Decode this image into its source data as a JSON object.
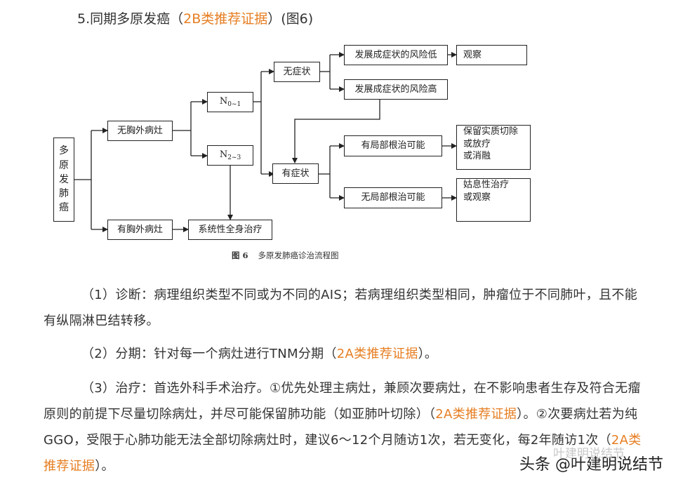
{
  "heading": {
    "prefix": "5.同期多原发癌（",
    "evidence": "2B类推荐证据",
    "suffix": "）(图6)"
  },
  "flowchart": {
    "root": [
      "多",
      "原",
      "发",
      "肺",
      "癌"
    ],
    "no_extrathoracic": "无胸外病灶",
    "has_extrathoracic": "有胸外病灶",
    "systemic_therapy": "系统性全身治疗",
    "n01_base": "N",
    "n01_sub": "0~1",
    "n23_base": "N",
    "n23_sub": "2~3",
    "asymptomatic": "无症状",
    "symptomatic": "有症状",
    "risk_low": "发展成症状的风险低",
    "risk_high": "发展成症状的风险高",
    "observe": "观察",
    "local_radical_possible": "有局部根治可能",
    "no_local_radical": "无局部根治可能",
    "preserve_parenchyma": [
      "保留实质切除",
      "或放疗",
      "或消融"
    ],
    "palliative": [
      "姑息性治疗",
      "或观察"
    ]
  },
  "caption": {
    "label": "图 6",
    "text": "多原发肺癌诊治流程图"
  },
  "paragraphs": [
    {
      "text": "（1）诊断：病理组织类型不同或为不同的AIS；若病理组织类型相同，肿瘤位于不同肺叶，且不能有纵隔淋巴结转移。"
    },
    {
      "pre": "（2）分期：针对每一个病灶进行TNM分期（",
      "evidence": "2A类推荐证据",
      "post": "）。"
    },
    {
      "pre": "（3）治疗：首选外科手术治疗。①优先处理主病灶，兼顾次要病灶，在不影响患者生存及符合无瘤原则的前提下尽量切除病灶，并尽可能保留肺功能（如亚肺叶切除）（",
      "evidence": "2A类推荐证据",
      "mid": "）。②次要病灶若为纯GGO，受限于心肺功能无法全部切除病灶时，建议6～12个月随访1次，若无变化，每2年随访1次（",
      "evidence2": "2A类推荐证据",
      "post": "）。"
    }
  ],
  "watermark": {
    "text": "头条 @叶建明说结节",
    "faint": "叶建明说结节"
  }
}
